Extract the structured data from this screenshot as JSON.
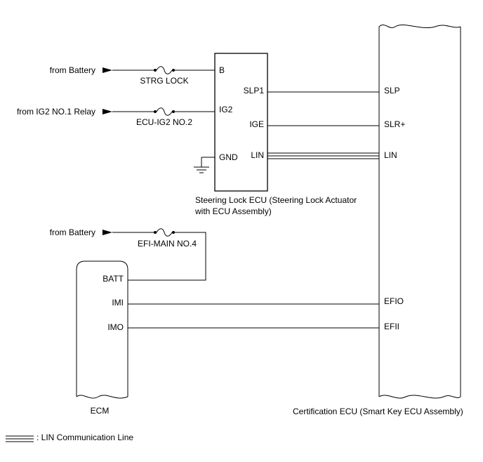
{
  "sources": {
    "battery_1": "from Battery",
    "ig2_relay": "from IG2 NO.1 Relay",
    "battery_2": "from Battery"
  },
  "fuses": {
    "strg_lock": "STRG LOCK",
    "ecu_ig2": "ECU-IG2 NO.2",
    "efi_main": "EFI-MAIN NO.4"
  },
  "steering_lock_ecu": {
    "name_line1": "Steering Lock ECU (Steering Lock Actuator",
    "name_line2": "with ECU Assembly)",
    "pins": {
      "b": "B",
      "ig2": "IG2",
      "gnd": "GND",
      "slp1": "SLP1",
      "ige": "IGE",
      "lin": "LIN"
    }
  },
  "certification_ecu": {
    "name": "Certification ECU (Smart Key ECU Assembly)",
    "pins": {
      "slp": "SLP",
      "slr": "SLR+",
      "lin": "LIN",
      "efio": "EFIO",
      "efii": "EFII"
    }
  },
  "ecm": {
    "name": "ECM",
    "pins": {
      "batt": "BATT",
      "imi": "IMI",
      "imo": "IMO"
    }
  },
  "legend": {
    "lin_line": ": LIN Communication Line"
  }
}
